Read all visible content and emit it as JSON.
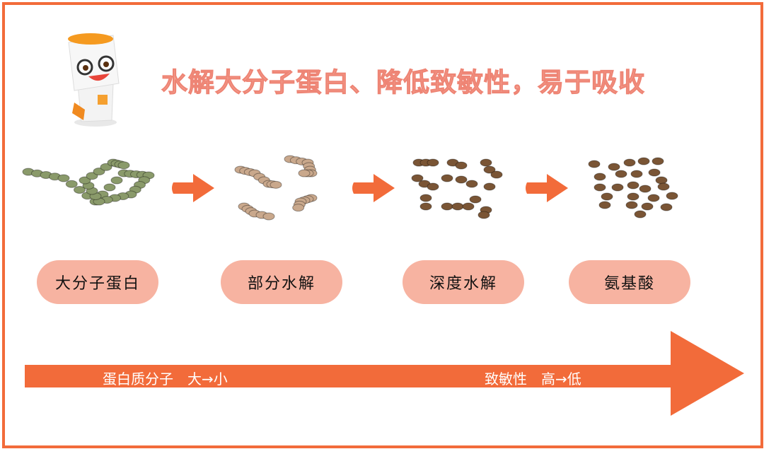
{
  "title": "水解大分子蛋白、降低致敏性，易于吸收",
  "stages": [
    {
      "label": "大分子蛋白",
      "color": "#8a9a6a"
    },
    {
      "label": "部分水解",
      "color": "#c9a88c"
    },
    {
      "label": "深度水解",
      "color": "#7a5535"
    },
    {
      "label": "氨基酸",
      "color": "#7a5535"
    }
  ],
  "arrow_texts": {
    "left": "蛋白质分子　大→小",
    "right": "致敏性　高→低"
  },
  "colors": {
    "accent": "#f26b3a",
    "pill": "#f7b3a1",
    "title": "#f4a090"
  }
}
